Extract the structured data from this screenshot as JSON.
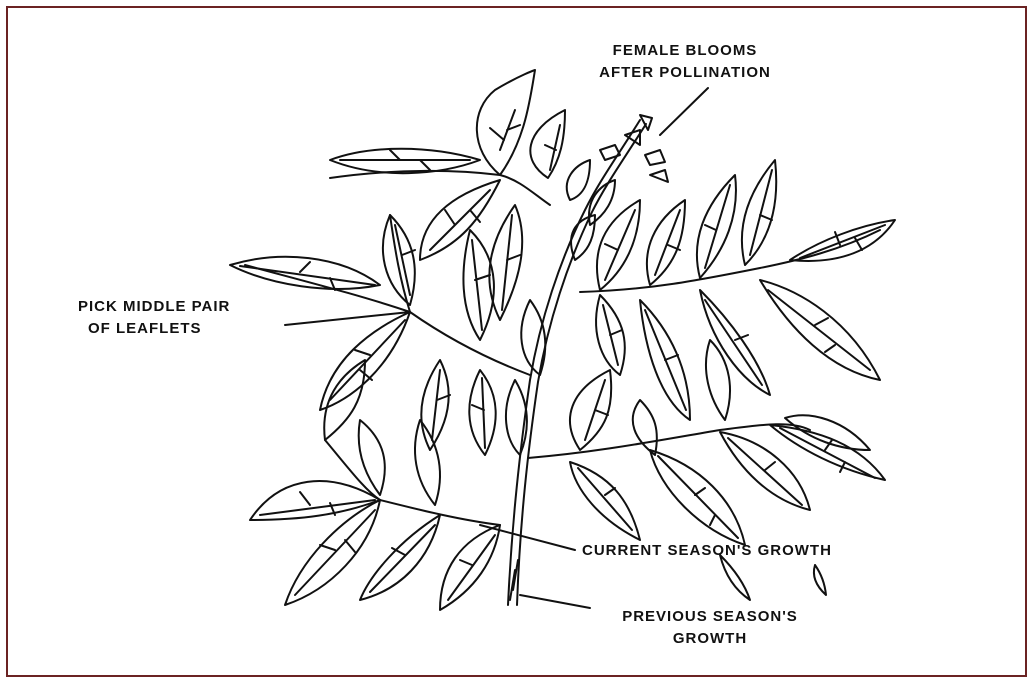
{
  "labels": {
    "female_blooms_line1": "FEMALE BLOOMS",
    "female_blooms_line2": "AFTER POLLINATION",
    "pick_pair_line1": "PICK MIDDLE PAIR",
    "pick_pair_line2": "OF LEAFLETS",
    "current_growth": "CURRENT SEASON'S GROWTH",
    "previous_growth_line1": "PREVIOUS SEASON'S",
    "previous_growth_line2": "GROWTH"
  },
  "colors": {
    "frame_border": "#6b2323",
    "ink": "#111111",
    "background": "#ffffff"
  }
}
